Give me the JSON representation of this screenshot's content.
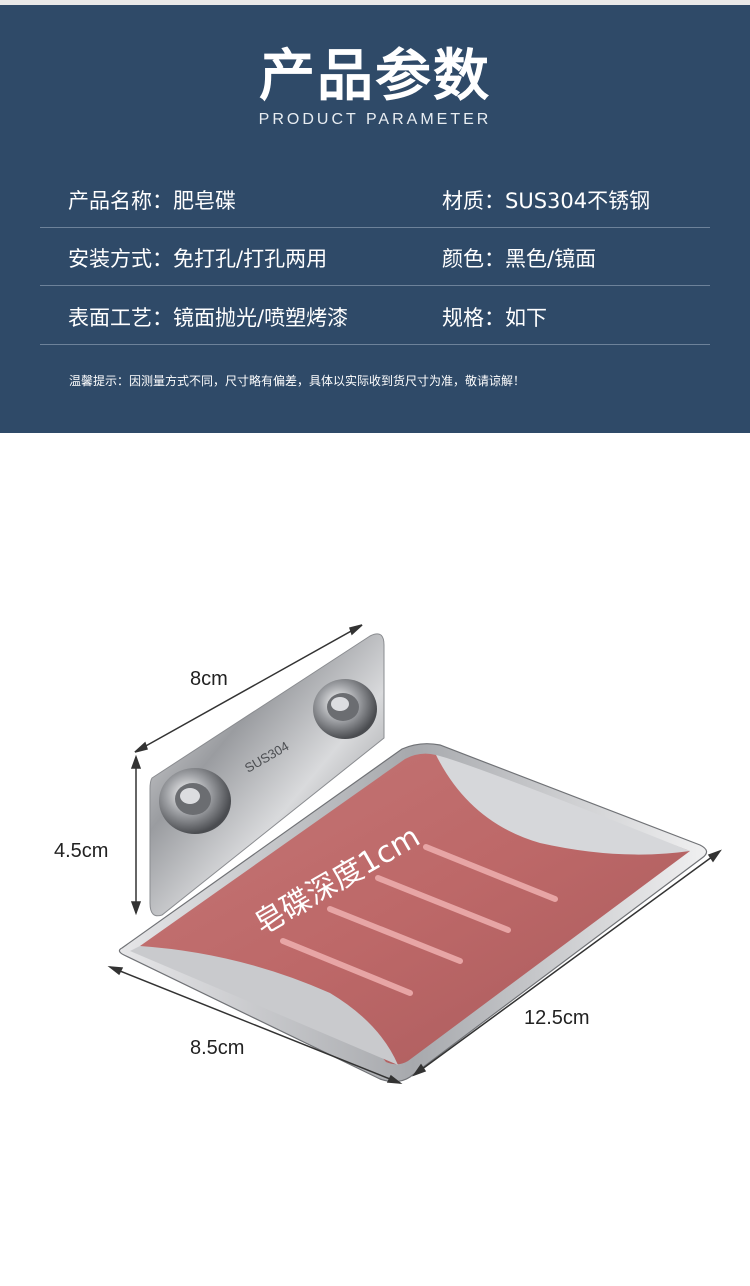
{
  "header": {
    "title": "产品参数",
    "subtitle": "PRODUCT PARAMETER"
  },
  "params": [
    {
      "left": "产品名称：肥皂碟",
      "right": "材质：SUS304不锈钢"
    },
    {
      "left": "安装方式：免打孔/打孔两用",
      "right": "颜色：黑色/镜面"
    },
    {
      "left": "表面工艺：镜面抛光/喷塑烤漆",
      "right": "规格：如下"
    }
  ],
  "tip": "温馨提示：因测量方式不同，尺寸略有偏差，具体以实际收到货尺寸为准，敬请谅解！",
  "product": {
    "engraving": "SUS304",
    "depth_label": "皂碟深度1cm",
    "dimensions": {
      "top_width": "8cm",
      "height": "4.5cm",
      "front_width": "8.5cm",
      "depth": "12.5cm"
    }
  },
  "colors": {
    "header_bg": "#2f4a68",
    "tray_color": "#bd6a6a",
    "steel": "#b9bcc0"
  }
}
